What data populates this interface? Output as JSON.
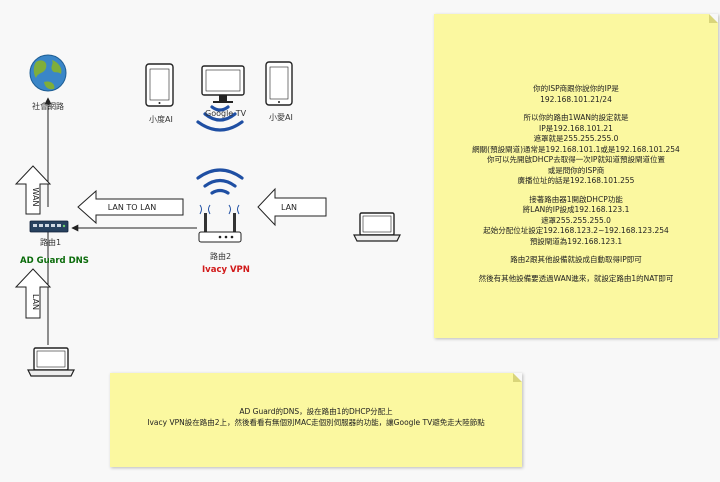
{
  "labels": {
    "internet": "社會網路",
    "router1": "路由1",
    "adguard": "AD Guard DNS",
    "router2": "路由2",
    "ivacy": "Ivacy VPN",
    "tablet1": "小度AI",
    "googletv": "Google TV",
    "tablet2": "小愛AI",
    "lan_to_lan": "LAN TO LAN",
    "lan_right": "LAN",
    "wan_vertical": "WAN",
    "lan_vertical": "LAN"
  },
  "note_right": {
    "lines": [
      "你的ISP商跟你說你的IP是",
      "192.168.101.21/24",
      "",
      "所以你的路由1WAN的設定就是",
      "IP是192.168.101.21",
      "遮罩就是255.255.255.0",
      "網關(預設閘道)通常是192.168.101.1或是192.168.101.254",
      "你可以先開啟DHCP去取得一次IP就知道預設閘道位置",
      "或是問你的ISP商",
      "廣播位址的話是192.168.101.255",
      "",
      "接著路由器1開啟DHCP功能",
      "將LAN的IP設成192.168.123.1",
      "遮罩255.255.255.0",
      "起始分配位址設定192.168.123.2~192.168.123.254",
      "預設閘道為192.168.123.1",
      "",
      "路由2跟其他設備就設成自動取得IP即可",
      "",
      "然後有其他設備要透過WAN進來，就設定路由1的NAT即可"
    ]
  },
  "note_bottom": {
    "lines": [
      "AD Guard的DNS，設在路由1的DHCP分配上",
      "Ivacy VPN設在路由2上，然後看看有無個別MAC走個別伺服器的功能，讓Google TV避免走大陸節點"
    ]
  },
  "colors": {
    "adguard_text": "#0a6b0a",
    "ivacy_text": "#d11919",
    "wifi": "#1f4fa3",
    "note_bg": "#fbf8a0",
    "line": "#222222"
  }
}
